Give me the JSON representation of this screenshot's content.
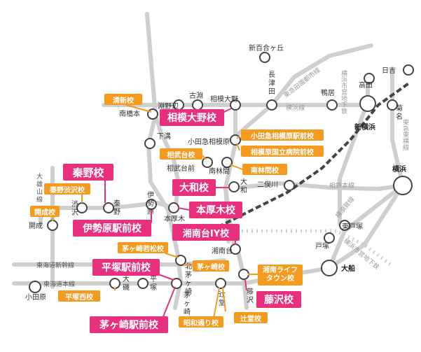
{
  "colors": {
    "rail_gray": "#cfcfcf",
    "rail_dark": "#555555",
    "pink": "#e8307e",
    "orange": "#f39a1f",
    "odakyu_blue": "#2c3e8f"
  },
  "stations": {
    "shin_yurigaoka": "新百合ヶ丘",
    "nagatsuta_1": "長",
    "nagatsuta_2": "津",
    "nagatsuta_3": "田",
    "sagami_ono": "相模大野",
    "fuchinobe": "淵野辺",
    "kobuchi": "古淵",
    "hashimoto": "南橋本",
    "shimomizo": "下溝",
    "odakyu_sagamihara": "小田急相模原",
    "sagamidai": "相武台前",
    "minami_rinkan": "南林間",
    "yamato_1": "大",
    "yamato_2": "和",
    "futamatagawa": "二俣川",
    "kamoi": "鴨居",
    "shin_yokohama": "新横浜",
    "yokohama": "横浜",
    "hiyoshi": "日吉",
    "takata": "高田",
    "kikuna_1": "菊",
    "kikuna_2": "名",
    "shibusawa_1": "渋",
    "shibusawa_2": "沢",
    "hadano_1": "秦",
    "hadano_2": "野",
    "isehara_1": "伊",
    "isehara_2": "勢",
    "isehara_3": "原",
    "hon_atsugi": "本厚木",
    "kaisei": "開成",
    "odawara": "小田原",
    "oiso_1": "大",
    "oiso_2": "磯",
    "hiratsuka_1": "平",
    "hiratsuka_2": "塚",
    "kita_chigasaki_1": "北",
    "kita_chigasaki_2": "茅",
    "kita_chigasaki_3": "ヶ",
    "kita_chigasaki_4": "崎",
    "chigasaki_1": "茅",
    "chigasaki_2": "ヶ",
    "chigasaki_3": "崎",
    "shonandai": "湘南台",
    "tsujido_1": "辻",
    "tsujido_2": "堂",
    "fujisawa_1": "藤",
    "fujisawa_2": "沢",
    "totsuka": "戸塚",
    "higashi_totsuka": "東戸塚",
    "ofuna": "大船"
  },
  "lines": {
    "denentoshi": "東急田園都市線",
    "yokohama_line": "横浜線",
    "blue_line_v": "横浜市営地下鉄",
    "sotetsu": "相鉄本線",
    "toyoko": "東急東横線",
    "yokosuka": "横須賀線",
    "blue_line_h": "横浜市営地下鉄",
    "tokaido_shinkansen": "東海道新幹線",
    "tokaido": "東海道本線",
    "oyama_1": "大",
    "oyama_2": "雄",
    "oyama_3": "山",
    "oyama_4": "線"
  },
  "pink_schools": [
    {
      "key": "sagami_ono",
      "label": "相模大野校"
    },
    {
      "key": "hadano",
      "label": "秦野校"
    },
    {
      "key": "yamato",
      "label": "大和校"
    },
    {
      "key": "hon_atsugi",
      "label": "本厚木校"
    },
    {
      "key": "isehara",
      "label": "伊勢原駅前校"
    },
    {
      "key": "shonandai",
      "label": "湘南台IY校"
    },
    {
      "key": "hiratsuka",
      "label": "平塚駅前校"
    },
    {
      "key": "fujisawa",
      "label": "藤沢校"
    },
    {
      "key": "chigasaki",
      "label": "茅ヶ崎駅前校"
    }
  ],
  "orange_schools": [
    {
      "key": "kiyoshin",
      "label": "清新校"
    },
    {
      "key": "odakyu_sagamihara_ekimae",
      "label": "小田急相模原駅前校"
    },
    {
      "key": "sagamidai",
      "label": "相武台校"
    },
    {
      "key": "sagamihara_hospital",
      "label": "相模原国立病院前校"
    },
    {
      "key": "minami_rinkan",
      "label": "南林間校"
    },
    {
      "key": "hadano_shibusawa",
      "label": "秦野渋沢校"
    },
    {
      "key": "kaisei",
      "label": "開成校"
    },
    {
      "key": "chigasaki_wakamatsu",
      "label": "茅ヶ崎若松校"
    },
    {
      "key": "chigasaki",
      "label": "茅ヶ崎校"
    },
    {
      "key": "hiratsuka_nishi",
      "label": "平塚西校"
    },
    {
      "key": "showa_dori",
      "label": "昭和通り校"
    },
    {
      "key": "tsujido",
      "label": "辻堂校"
    },
    {
      "key": "shonan_life_1",
      "label": "湘南ライフ"
    },
    {
      "key": "shonan_life_2",
      "label": "タウン校"
    }
  ]
}
